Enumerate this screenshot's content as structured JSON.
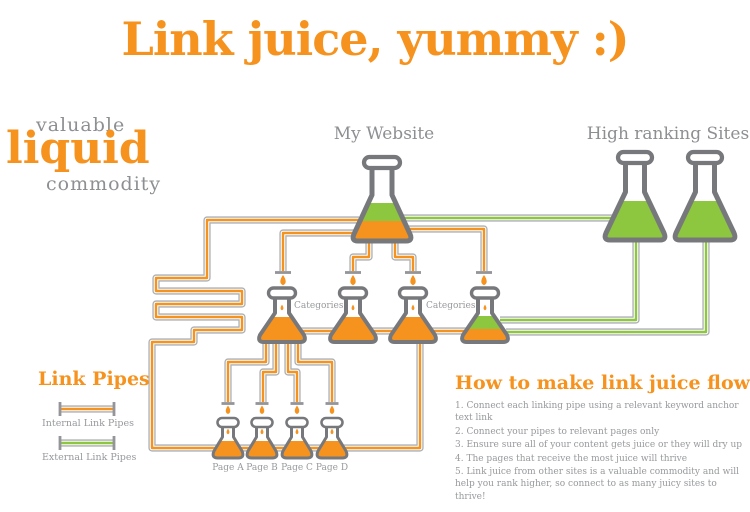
{
  "colors": {
    "orange": "#F6921E",
    "green": "#8DC63F",
    "gray_text": "#8D8F92",
    "light_gray_text": "#97999C",
    "pipe_outline": "#ACAEB0",
    "cap_gray": "#939598",
    "flask_outline": "#77787B"
  },
  "title": "Link juice, yummy :)",
  "tagline": {
    "top": "valuable",
    "middle": "liquid",
    "bottom": "commodity"
  },
  "labels": {
    "my_website": "My Website",
    "high_ranking": "High ranking Sites",
    "categories_left": "Categories",
    "categories_right": "Categories",
    "pages": [
      "Page A",
      "Page B",
      "Page C",
      "Page D"
    ]
  },
  "legend": {
    "title": "Link Pipes",
    "internal": "Internal Link Pipes",
    "external": "External Link Pipes"
  },
  "howto": {
    "title": "How to make link juice flow",
    "steps": [
      "1. Connect each linking pipe using a relevant keyword anchor text link",
      "2. Connect your pipes to relevant pages only",
      "3. Ensure sure all of your content gets juice or they will dry up",
      "4. The pages that receive the most juice will thrive",
      "5. Link juice from other sites is a valuable commodity and will help you rank higher, so connect to as many juicy sites to thrive!"
    ]
  }
}
